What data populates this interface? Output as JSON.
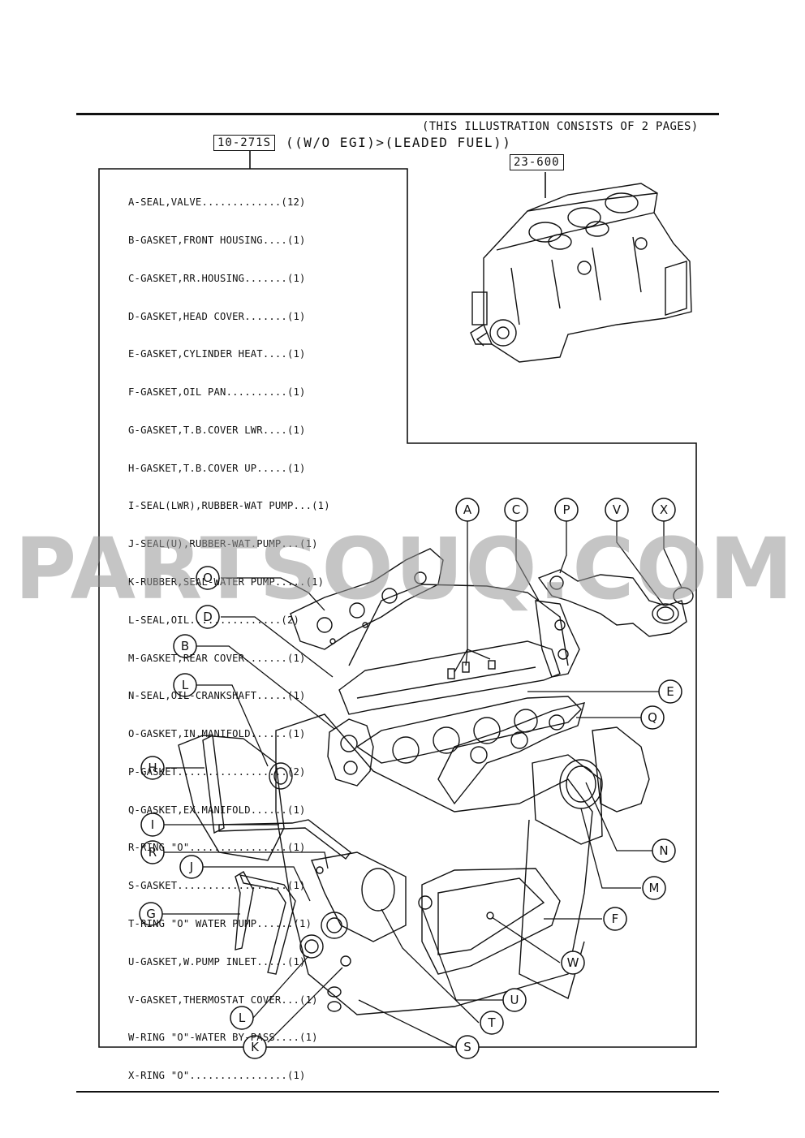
{
  "header": {
    "note": "(THIS ILLUSTRATION CONSISTS OF  2 PAGES)",
    "kit_ref": "10-271S",
    "variant": "((W/O EGI)>(LEADED FUEL))",
    "engine_ref": "23-600"
  },
  "parts": [
    {
      "letter": "A",
      "text": "A-SEAL,VALVE.............(12)"
    },
    {
      "letter": "B",
      "text": "B-GASKET,FRONT HOUSING....(1)"
    },
    {
      "letter": "C",
      "text": "C-GASKET,RR.HOUSING.......(1)"
    },
    {
      "letter": "D",
      "text": "D-GASKET,HEAD COVER.......(1)"
    },
    {
      "letter": "E",
      "text": "E-GASKET,CYLINDER HEAT....(1)"
    },
    {
      "letter": "F",
      "text": "F-GASKET,OIL PAN..........(1)"
    },
    {
      "letter": "G",
      "text": "G-GASKET,T.B.COVER LWR....(1)"
    },
    {
      "letter": "H",
      "text": "H-GASKET,T.B.COVER UP.....(1)"
    },
    {
      "letter": "I",
      "text": "I-SEAL(LWR),RUBBER-WAT PUMP...(1)"
    },
    {
      "letter": "J",
      "text": "J-SEAL(U),RUBBER-WAT.PUMP...(1)"
    },
    {
      "letter": "K",
      "text": "K-RUBBER,SEAL-WATER PUMP.....(1)"
    },
    {
      "letter": "L",
      "text": "L-SEAL,OIL...............(2)"
    },
    {
      "letter": "M",
      "text": "M-GASKET,REAR COVER.......(1)"
    },
    {
      "letter": "N",
      "text": "N-SEAL,OIL-CRANKSHAFT.....(1)"
    },
    {
      "letter": "O",
      "text": "O-GASKET,IN.MANIFOLD......(1)"
    },
    {
      "letter": "P",
      "text": "P-GASKET..................(2)"
    },
    {
      "letter": "Q",
      "text": "Q-GASKET,EX.MANIFOLD......(1)"
    },
    {
      "letter": "R",
      "text": "R-RING \"O\"................(1)"
    },
    {
      "letter": "S",
      "text": "S-GASKET..................(1)"
    },
    {
      "letter": "T",
      "text": "T-RING \"O\" WATER PUMP......(1)"
    },
    {
      "letter": "U",
      "text": "U-GASKET,W.PUMP INLET.....(1)"
    },
    {
      "letter": "V",
      "text": "V-GASKET,THERMOSTAT COVER...(1)"
    },
    {
      "letter": "W",
      "text": "W-RING \"O\"-WATER BY-PASS....(1)"
    },
    {
      "letter": "X",
      "text": "X-RING \"O\"................(1)"
    }
  ],
  "callouts": {
    "A": "A",
    "B": "B",
    "C": "C",
    "D": "D",
    "E": "E",
    "F": "F",
    "G": "G",
    "H": "H",
    "I": "I",
    "J": "J",
    "K": "K",
    "L1": "L",
    "L2": "L",
    "M": "M",
    "N": "N",
    "O": "O",
    "P": "P",
    "Q": "Q",
    "R": "R",
    "S": "S",
    "T": "T",
    "U": "U",
    "V": "V",
    "W": "W",
    "X": "X"
  },
  "watermark": "PARTSOUQ.COM"
}
